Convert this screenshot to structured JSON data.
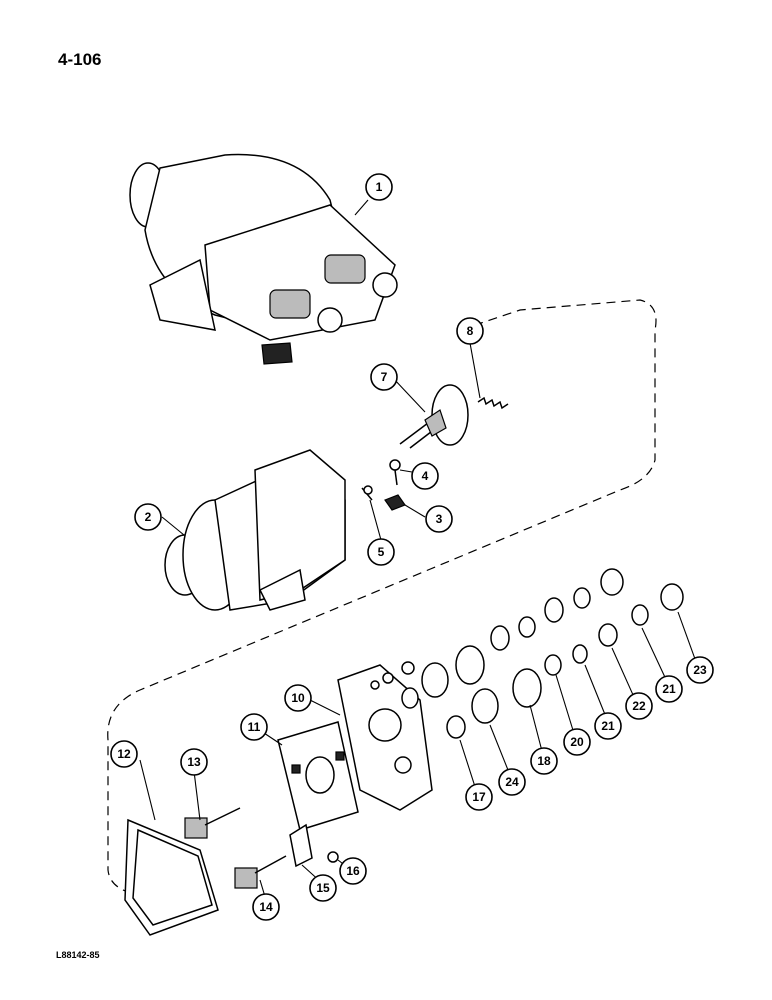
{
  "page": {
    "number": "4-106",
    "reference_code": "L88142-85"
  },
  "callouts": [
    "1",
    "2",
    "3",
    "4",
    "5",
    "7",
    "8",
    "10",
    "11",
    "12",
    "13",
    "14",
    "15",
    "16",
    "17",
    "24",
    "18",
    "20",
    "21",
    "22",
    "21",
    "23"
  ]
}
